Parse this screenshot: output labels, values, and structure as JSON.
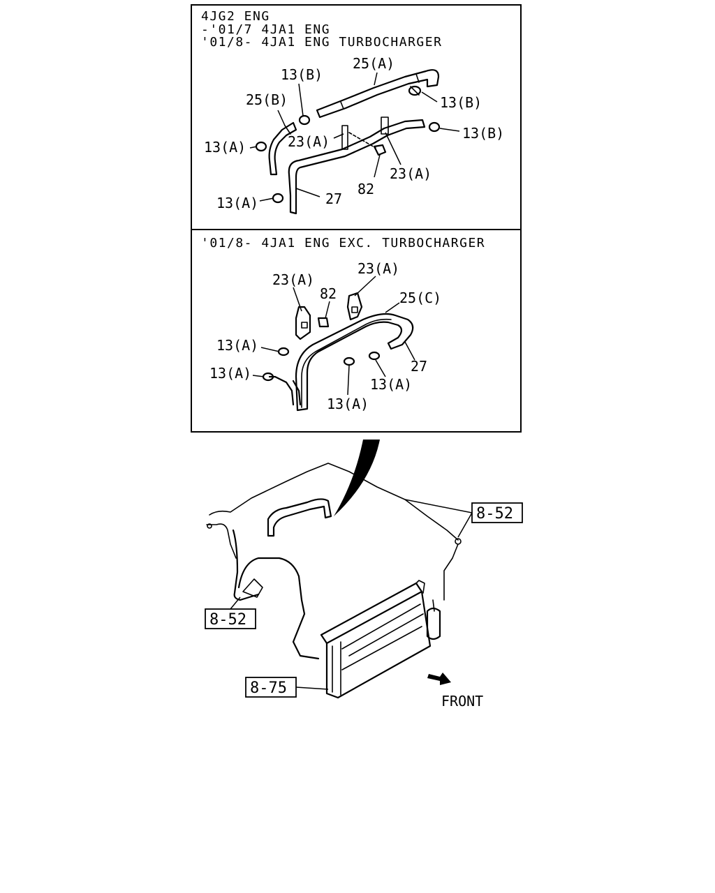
{
  "panel_top": {
    "header_lines": [
      "4JG2 ENG",
      "-'01/7 4JA1 ENG",
      "'01/8- 4JA1 ENG TURBOCHARGER"
    ],
    "labels": {
      "l1": "25(A)",
      "l2": "13(B)",
      "l3": "13(B)",
      "l4": "25(B)",
      "l5": "13(B)",
      "l6": "23(A)",
      "l7": "13(A)",
      "l8": "23(A)",
      "l9": "82",
      "l10": "13(A)",
      "l11": "27"
    }
  },
  "panel_bottom": {
    "header": "'01/8- 4JA1 ENG EXC. TURBOCHARGER",
    "labels": {
      "l1": "23(A)",
      "l2": "23(A)",
      "l3": "82",
      "l4": "25(C)",
      "l5": "13(A)",
      "l6": "13(A)",
      "l7": "27",
      "l8": "13(A)",
      "l9": "13(A)"
    }
  },
  "overview": {
    "ref_boxes": {
      "r1": "8-52",
      "r2": "8-52",
      "r3": "8-75"
    },
    "front_label": "FRONT"
  }
}
